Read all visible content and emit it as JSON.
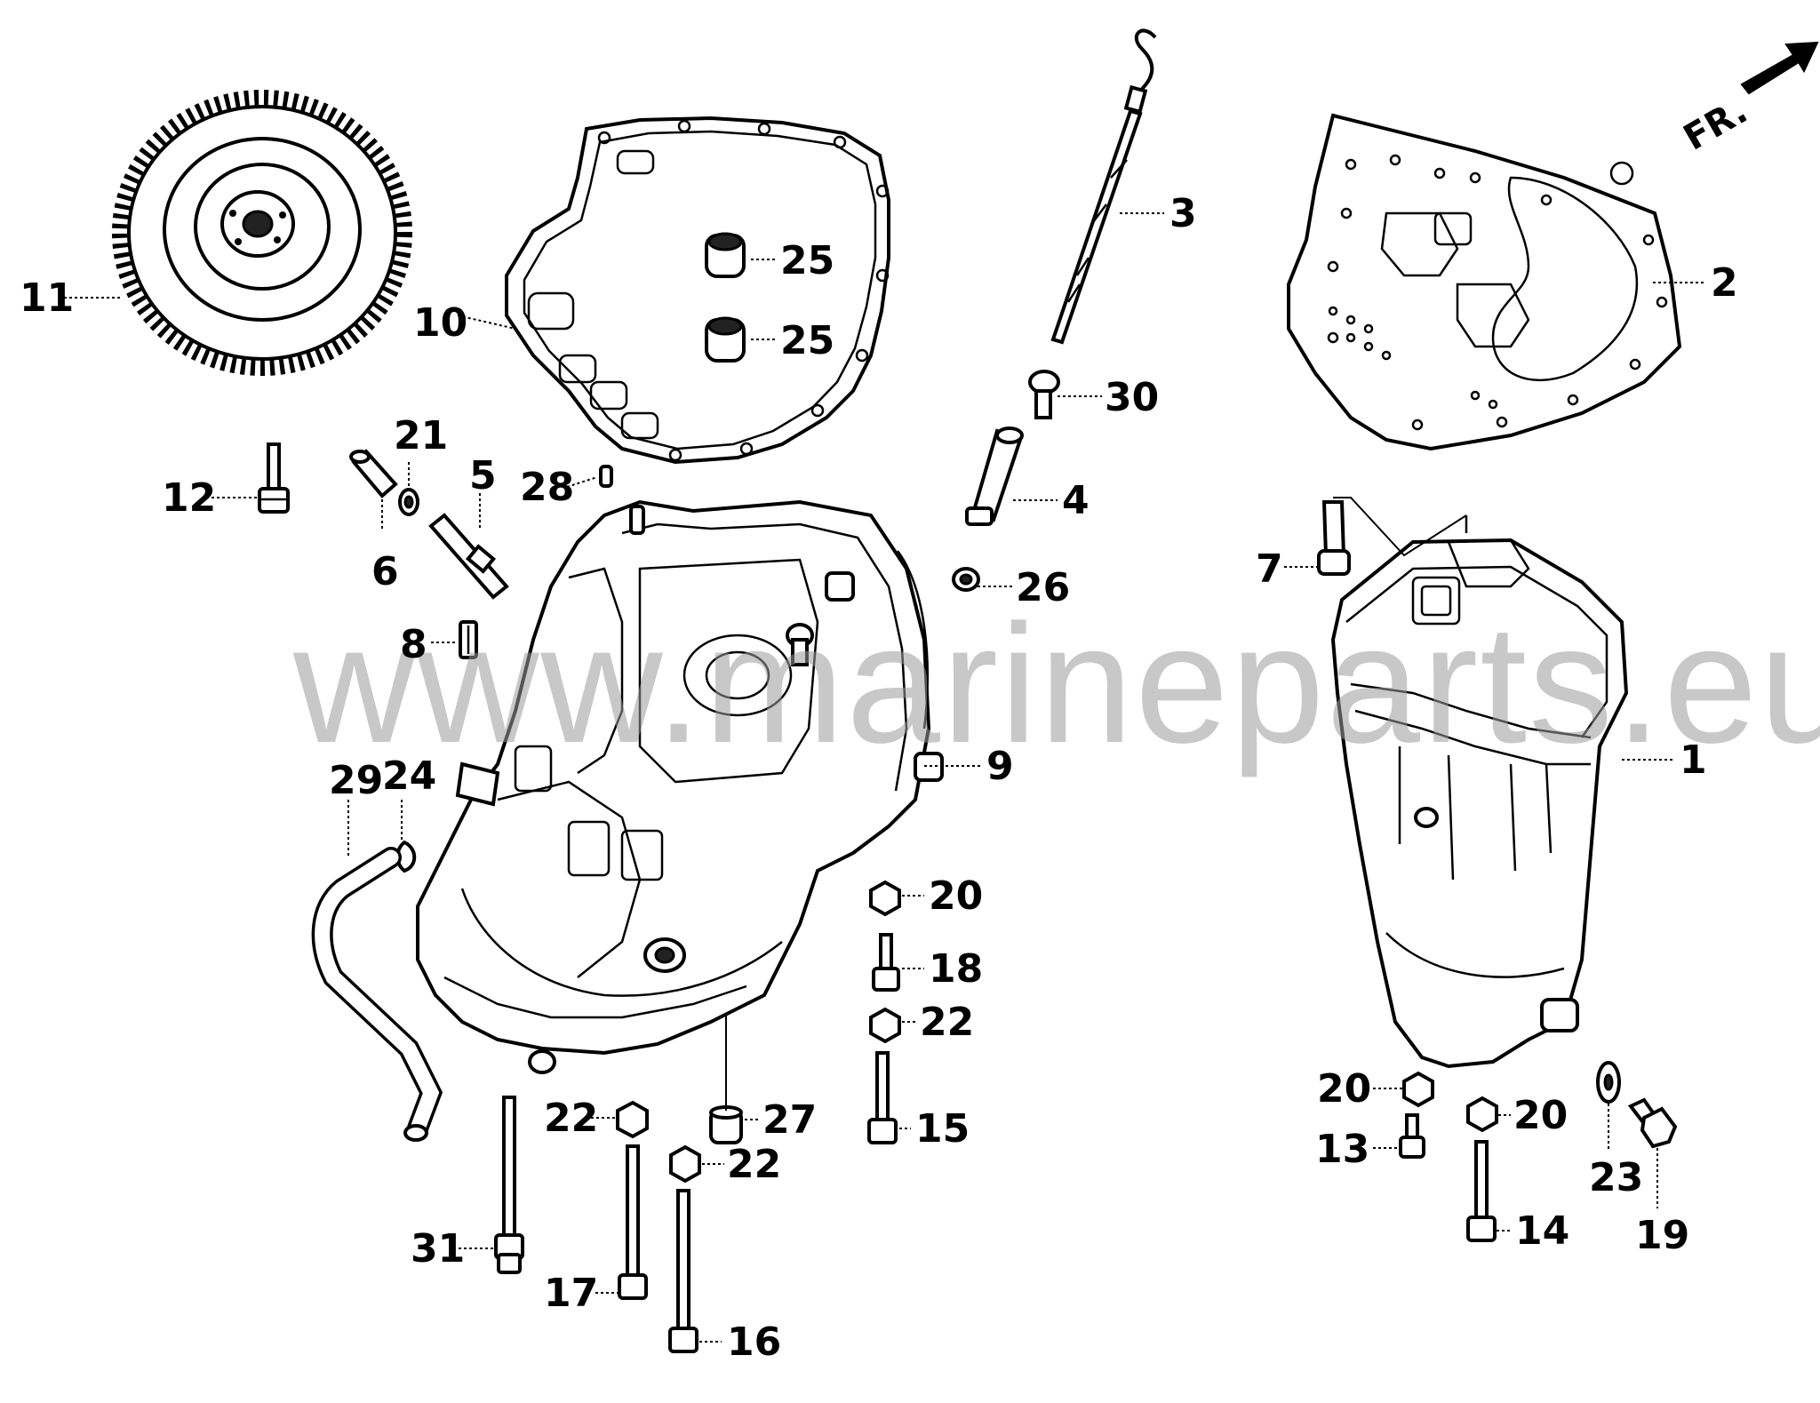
{
  "watermark": "www.marineparts.eu",
  "direction_indicator": "FR.",
  "callouts": {
    "c1": "1",
    "c2": "2",
    "c3": "3",
    "c4": "4",
    "c5": "5",
    "c6": "6",
    "c7": "7",
    "c8": "8",
    "c9": "9",
    "c10": "10",
    "c11": "11",
    "c12": "12",
    "c13": "13",
    "c14": "14",
    "c15": "15",
    "c16": "16",
    "c17": "17",
    "c18": "18",
    "c19": "19",
    "c20a": "20",
    "c20b": "20",
    "c20c": "20",
    "c21": "21",
    "c22a": "22",
    "c22b": "22",
    "c22c": "22",
    "c23": "23",
    "c24": "24",
    "c25a": "25",
    "c25b": "25",
    "c26": "26",
    "c27": "27",
    "c28": "28",
    "c29": "29",
    "c30": "30",
    "c31": "31"
  },
  "parts": [
    {
      "id": "1",
      "name": "oil-case"
    },
    {
      "id": "2",
      "name": "mount-gasket"
    },
    {
      "id": "3",
      "name": "oil-dipstick"
    },
    {
      "id": "4",
      "name": "dipstick-guide"
    },
    {
      "id": "5",
      "name": "pipe"
    },
    {
      "id": "6",
      "name": "joint"
    },
    {
      "id": "7",
      "name": "bolt"
    },
    {
      "id": "8",
      "name": "pin"
    },
    {
      "id": "9",
      "name": "oil-pan"
    },
    {
      "id": "10",
      "name": "oil-pan-gasket"
    },
    {
      "id": "11",
      "name": "flywheel"
    },
    {
      "id": "12",
      "name": "bolt"
    },
    {
      "id": "25",
      "name": "seal-rubber"
    },
    {
      "id": "29",
      "name": "hose"
    }
  ]
}
